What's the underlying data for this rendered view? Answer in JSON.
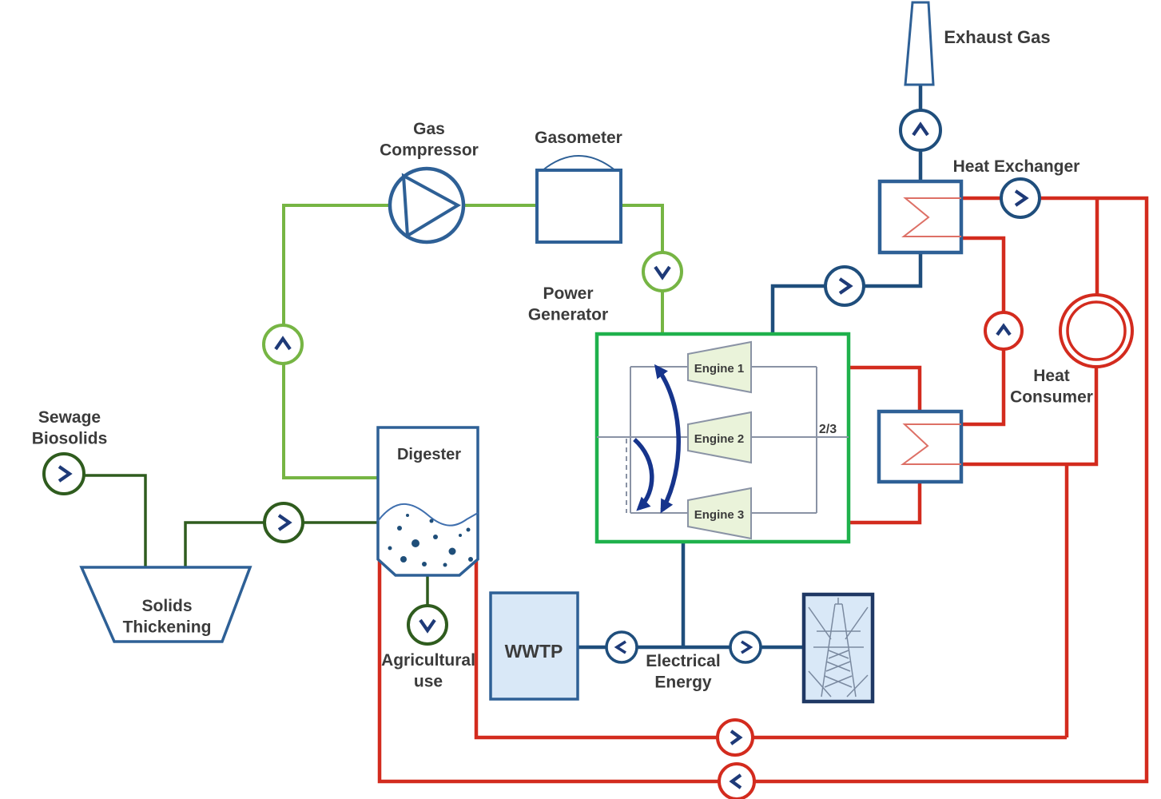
{
  "colors": {
    "biogas_green": "#76b544",
    "sludge_green": "#2f5c1e",
    "pipe_blue": "#1f4e7c",
    "water_red": "#d32b1e",
    "equipment_blue": "#2e6096",
    "generator_green": "#1fb14c",
    "engine_fill": "#eaf3da",
    "engine_border": "#8a93a5",
    "box_fill_blue": "#d9e8f7",
    "pylon_border": "#1f3864",
    "chevron_navy": "#1e3a78",
    "arrow_blue": "#16348c",
    "grid_gray": "#8a93a5",
    "exchanger_coil_red": "#dd7066",
    "liquid_blue": "#3f6fae",
    "dot_navy": "#1f4e79",
    "text_dark": "#3b3b3b"
  },
  "labels": {
    "sewage_biosolids": "Sewage\nBiosolids",
    "solids_thickening": "Solids\nThickening",
    "digester": "Digester",
    "agricultural_use": "Agricultural\nuse",
    "gas_compressor": "Gas\nCompressor",
    "gasometer": "Gasometer",
    "power_generator": "Power\nGenerator",
    "engine_1": "Engine 1",
    "engine_2": "Engine 2",
    "engine_3": "Engine 3",
    "engine_ratio": "2/3",
    "exhaust_gas": "Exhaust Gas",
    "heat_exchanger": "Heat Exchanger",
    "heat_consumer": "Heat\nConsumer",
    "wwtp": "WWTP",
    "electrical_energy": "Electrical\nEnergy"
  }
}
